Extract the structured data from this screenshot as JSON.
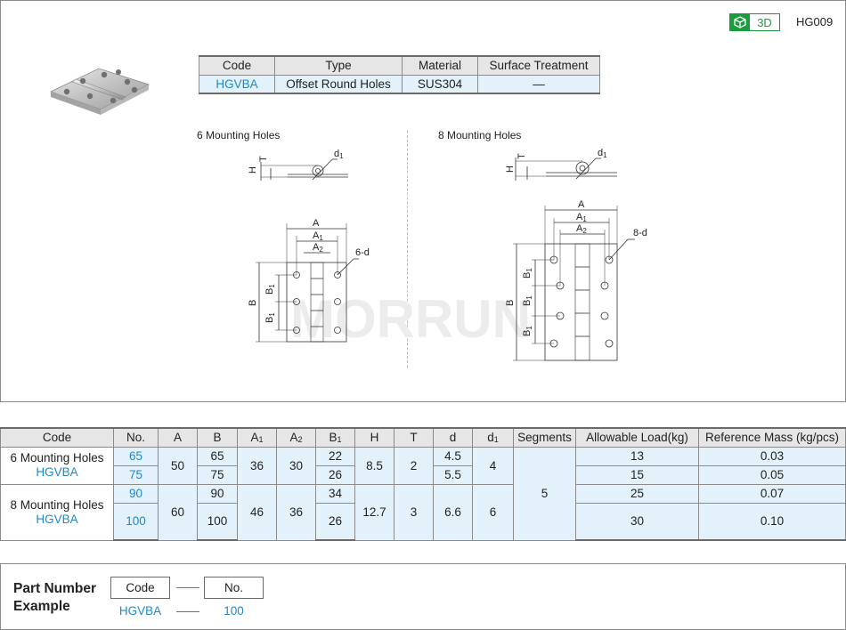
{
  "header": {
    "badge_label": "3D",
    "badge_icon": "cube-icon",
    "model_code": "HG009"
  },
  "spec": {
    "headers": [
      "Code",
      "Type",
      "Material",
      "Surface Treatment"
    ],
    "values": [
      "HGVBA",
      "Offset Round Holes",
      "SUS304",
      "—"
    ]
  },
  "drawings": {
    "left_title": "6 Mounting Holes",
    "right_title": "8 Mounting Holes",
    "labels": {
      "d1": "d1",
      "H": "H",
      "T": "T",
      "A": "A",
      "A1": "A1",
      "A2": "A2",
      "B": "B",
      "B1": "B1",
      "holes_6": "6-d",
      "holes_8": "8-d"
    },
    "watermark": "MORRUN"
  },
  "table": {
    "headers": [
      "Code",
      "No.",
      "A",
      "B",
      "A1",
      "A2",
      "B1",
      "H",
      "T",
      "d",
      "d1",
      "Segments",
      "Allowable Load(kg)",
      "Reference Mass (kg/pcs)"
    ],
    "groups": [
      {
        "code_line1": "6 Mounting Holes",
        "code_line2": "HGVBA",
        "A": "50",
        "A1": "36",
        "A2": "30",
        "H": "8.5",
        "T": "2",
        "d1": "4",
        "rows": [
          {
            "no": "65",
            "B": "65",
            "B1": "22",
            "d": "4.5",
            "load": "13",
            "mass": "0.03"
          },
          {
            "no": "75",
            "B": "75",
            "B1": "26",
            "d": "5.5",
            "load": "15",
            "mass": "0.05"
          }
        ]
      },
      {
        "code_line1": "8 Mounting Holes",
        "code_line2": "HGVBA",
        "A": "60",
        "A1": "46",
        "A2": "36",
        "H": "12.7",
        "T": "3",
        "d": "6.6",
        "d1": "6",
        "B1": "26",
        "rows": [
          {
            "no": "90",
            "B": "90",
            "B1": "34",
            "load": "25",
            "mass": "0.07"
          },
          {
            "no": "100",
            "B": "100",
            "load": "30",
            "mass": "0.10"
          }
        ]
      }
    ],
    "segments": "5"
  },
  "part_number": {
    "title_line1": "Part Number",
    "title_line2": "Example",
    "code_label": "Code",
    "no_label": "No.",
    "code_value": "HGVBA",
    "no_value": "100"
  },
  "colors": {
    "accent_blue": "#1f88c8",
    "badge_green": "#1a9c3d",
    "cell_shade": "#e3f1fb",
    "header_gray": "#e6e6e6"
  }
}
